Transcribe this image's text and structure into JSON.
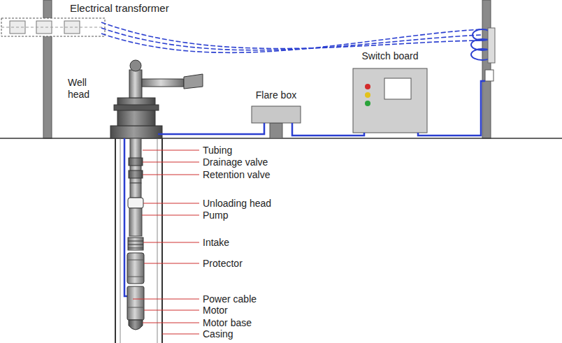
{
  "diagram": {
    "nodes": [
      {
        "text": [
          "Flare box"
        ]
      },
      {
        "text": [
          "Switch board"
        ]
      }
    ],
    "edges": [
      {
        "from": 0,
        "to": 1,
        "arrow": "none"
      }
    ],
    "labels": [
      "Electrical transformer",
      "Well head",
      "Tubing",
      "Drainage valve",
      "Retention valve",
      "Unloading head",
      "Pump",
      "Intake",
      "Protector",
      "Power cable",
      "Motor",
      "Motor base",
      "Casing"
    ]
  }
}
